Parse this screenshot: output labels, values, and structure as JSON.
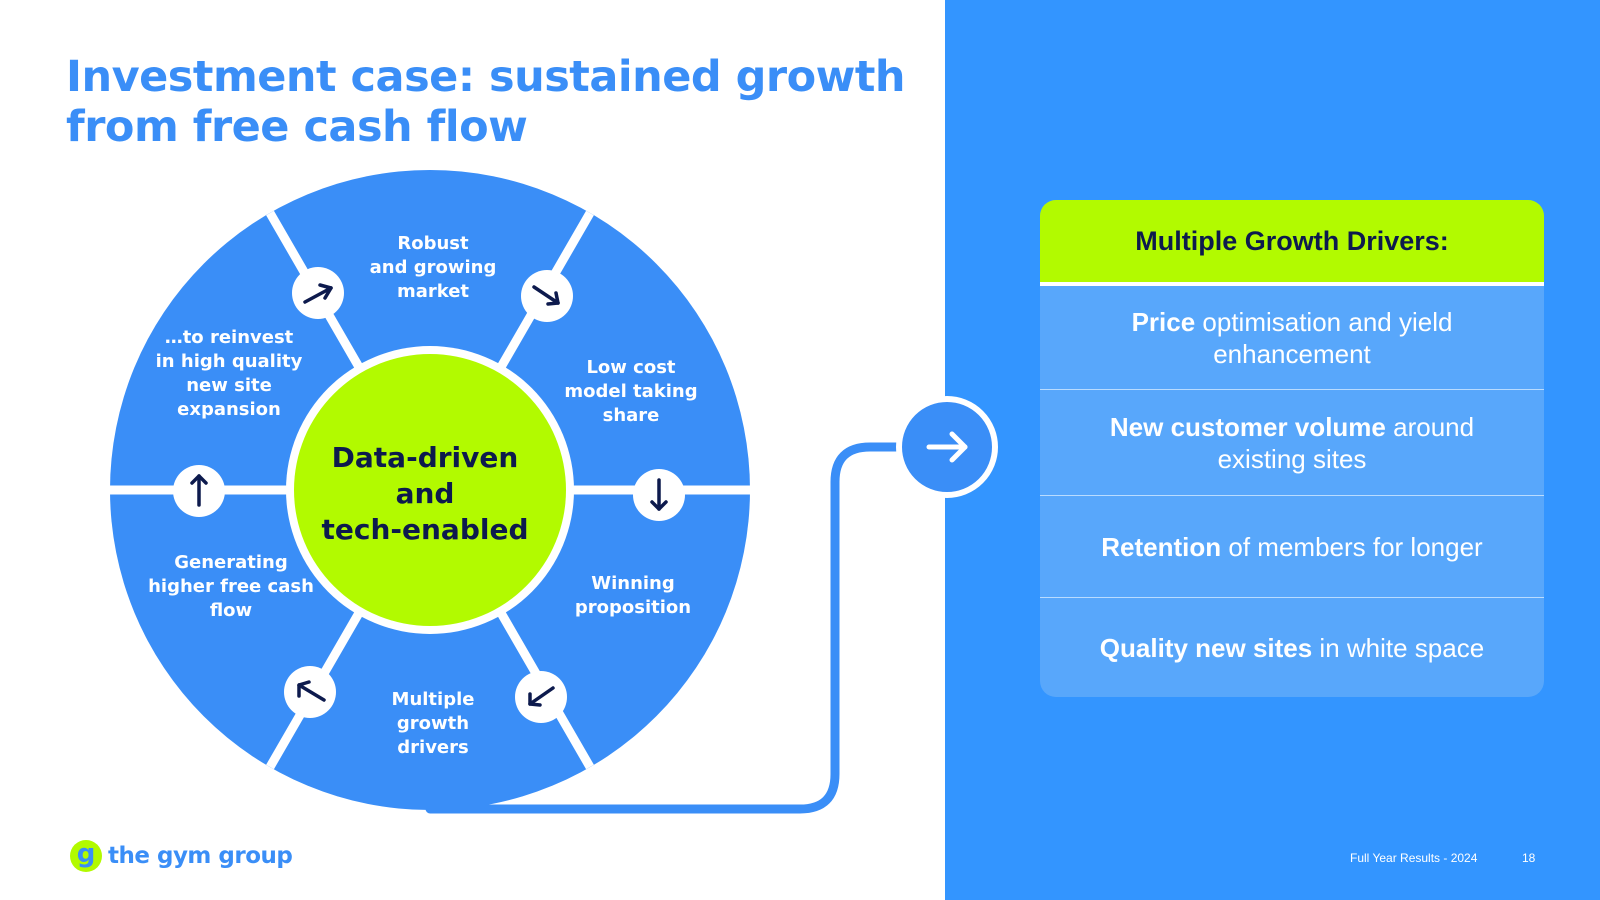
{
  "title": {
    "line1": "Investment case: sustained growth",
    "line2": "from free cash flow"
  },
  "cycle": {
    "center": [
      "Data-driven",
      "and",
      "tech-enabled"
    ],
    "segments": [
      {
        "id": "robust-market",
        "lines": [
          "Robust",
          "and growing",
          "market"
        ]
      },
      {
        "id": "low-cost-model",
        "lines": [
          "Low cost",
          "model taking",
          "share"
        ]
      },
      {
        "id": "winning-proposition",
        "lines": [
          "Winning",
          "proposition"
        ]
      },
      {
        "id": "multiple-growth-drivers",
        "lines": [
          "Multiple",
          "growth",
          "drivers"
        ]
      },
      {
        "id": "free-cash-flow",
        "lines": [
          "Generating",
          "higher free cash",
          "flow"
        ]
      },
      {
        "id": "reinvest",
        "lines": [
          "…to reinvest",
          "in high quality",
          "new site",
          "expansion"
        ]
      }
    ],
    "arrow_icons": [
      "arrow-up-right-icon",
      "arrow-down-right-icon",
      "arrow-down-icon",
      "arrow-down-left-icon",
      "arrow-up-left-icon",
      "arrow-up-icon"
    ]
  },
  "drivers_card": {
    "header": "Multiple Growth Drivers:",
    "rows": [
      {
        "bold": "Price",
        "rest": " optimisation and yield enhancement"
      },
      {
        "bold": "New customer volume",
        "rest": " around existing sites"
      },
      {
        "bold": "Retention",
        "rest": " of members for longer"
      },
      {
        "bold": "Quality new sites",
        "rest": " in white space"
      }
    ]
  },
  "footer": {
    "logo_mark": "g",
    "logo_text": "the gym group",
    "caption": "Full Year Results - 2024",
    "page_number": "18"
  },
  "colors": {
    "brand_blue": "#3395ff",
    "segment_blue": "#3a8ef7",
    "lime": "#b2fa00",
    "navy": "#0d1a4d",
    "card_blue": "#58a7fb"
  }
}
